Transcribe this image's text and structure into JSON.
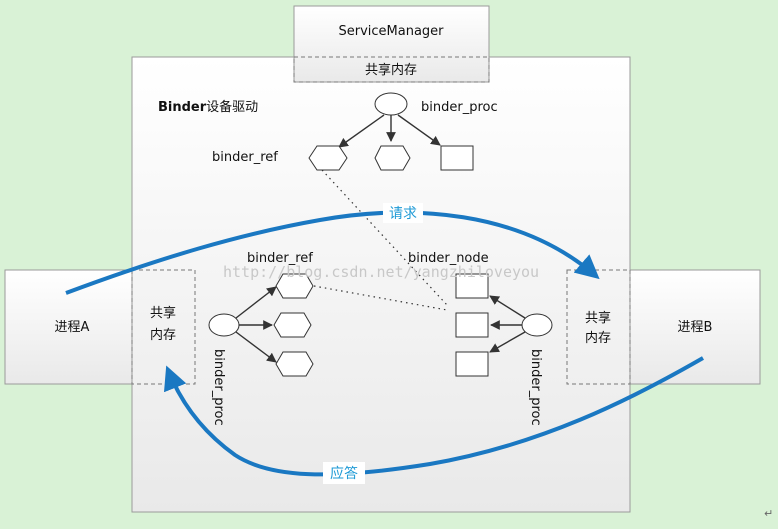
{
  "diagram": {
    "service_manager": "ServiceManager",
    "shared_memory_top": "共享内存",
    "driver_title_bold": "Binder",
    "driver_title_rest": "设备驱动",
    "binder_proc_top": "binder_proc",
    "binder_ref_top": "binder_ref",
    "request_label": "请求",
    "binder_ref_mid": "binder_ref",
    "binder_node": "binder_node",
    "process_a": "进程A",
    "process_b": "进程B",
    "shared_a_line1": "共享",
    "shared_a_line2": "内存",
    "shared_b_line1": "共享",
    "shared_b_line2": "内存",
    "binder_proc_left": "binder_proc",
    "binder_proc_right": "binder_proc",
    "response_label": "应答",
    "watermark": "http://blog.csdn.net/yangzhiloveyou",
    "corner_mark": "↵"
  },
  "colors": {
    "arrow_blue": "#1a78c2",
    "label_blue": "#1e9ad6",
    "background": "#d9f2d6"
  }
}
